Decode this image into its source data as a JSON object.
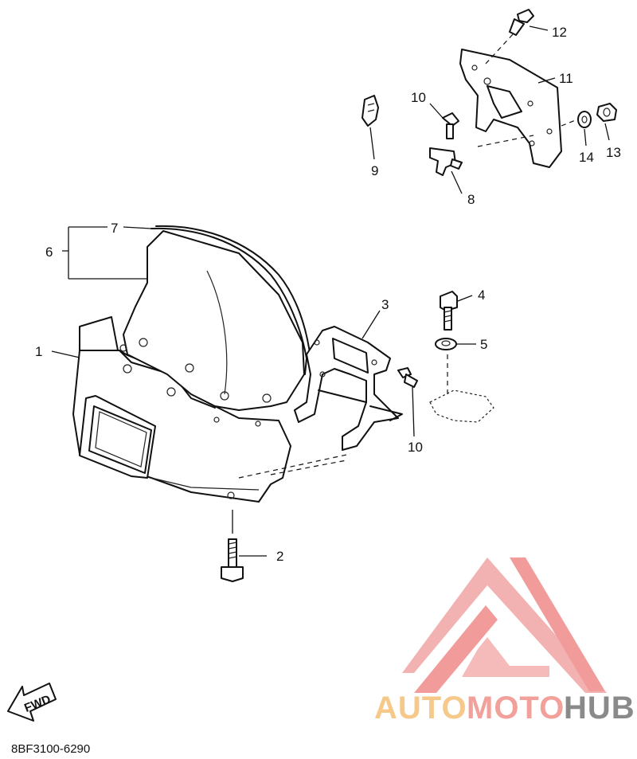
{
  "diagram": {
    "callouts": [
      {
        "id": "c1",
        "label": "1"
      },
      {
        "id": "c2",
        "label": "2"
      },
      {
        "id": "c3",
        "label": "3"
      },
      {
        "id": "c4",
        "label": "4"
      },
      {
        "id": "c5",
        "label": "5"
      },
      {
        "id": "c6",
        "label": "6"
      },
      {
        "id": "c7",
        "label": "7"
      },
      {
        "id": "c8",
        "label": "8"
      },
      {
        "id": "c9",
        "label": "9"
      },
      {
        "id": "c10a",
        "label": "10"
      },
      {
        "id": "c10b",
        "label": "10"
      },
      {
        "id": "c11",
        "label": "11"
      },
      {
        "id": "c12",
        "label": "12"
      },
      {
        "id": "c13",
        "label": "13"
      },
      {
        "id": "c14",
        "label": "14"
      }
    ],
    "fwd_label": "FWD",
    "diagram_code": "8BF3100-6290"
  },
  "watermark": {
    "brand_part1": "AUTO",
    "brand_part2": "MOTO",
    "brand_part3": "HUB",
    "colors": {
      "auto": "#f6c98a",
      "moto": "#f2a09a",
      "hub": "#8a8a8a",
      "triangle": "#f08a8a"
    }
  }
}
